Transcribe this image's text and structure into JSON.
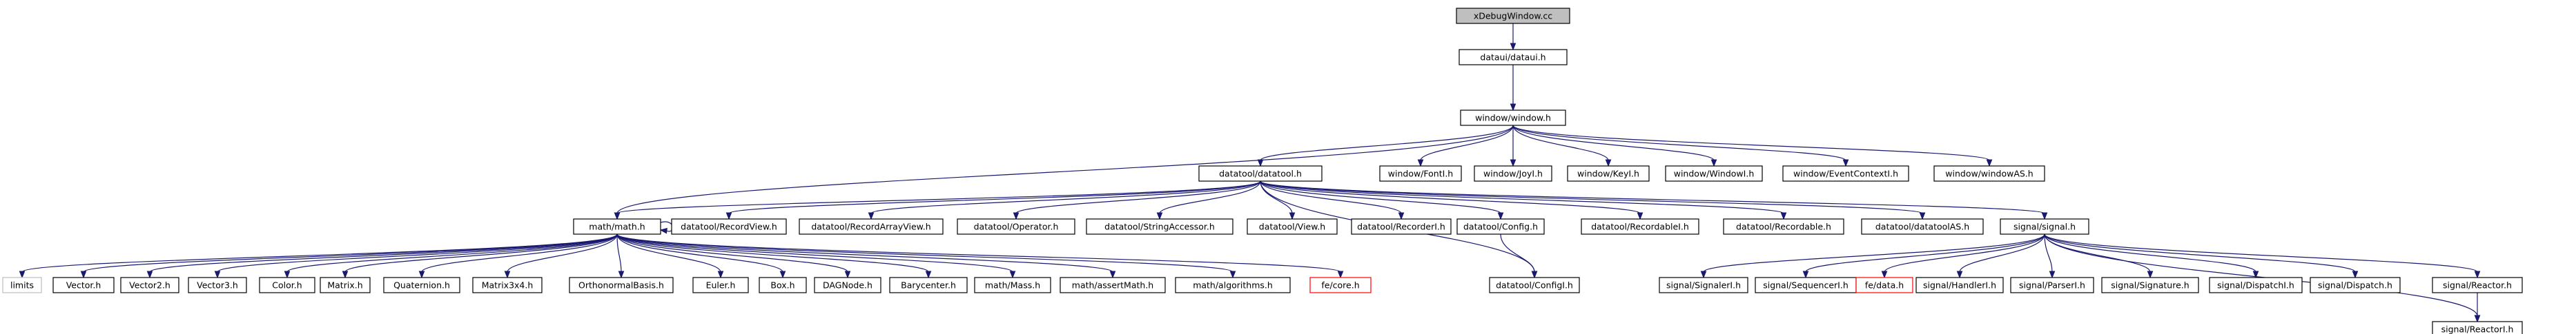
{
  "colors": {
    "edge": "#191970",
    "root_fill": "#bfbfbf",
    "border": "#000000",
    "missing_border": "#ff0000",
    "leaf_border": "#bfbfbf"
  },
  "nodes": {
    "root": "xDebugWindow.cc",
    "dataui": "dataui/dataui.h",
    "window": "window/window.h",
    "datatool": "datatool/datatool.h",
    "fontI": "window/FontI.h",
    "joyI": "window/JoyI.h",
    "keyI": "window/KeyI.h",
    "windowI": "window/WindowI.h",
    "eventContextI": "window/EventContextI.h",
    "windowAS": "window/windowAS.h",
    "math": "math/math.h",
    "recordView": "datatool/RecordView.h",
    "recordArrayView": "datatool/RecordArrayView.h",
    "operator": "datatool/Operator.h",
    "stringAccessor": "datatool/StringAccessor.h",
    "view": "datatool/View.h",
    "recorderI": "datatool/RecorderI.h",
    "config": "datatool/Config.h",
    "recordableI": "datatool/RecordableI.h",
    "recordable": "datatool/Recordable.h",
    "datatoolAS": "datatool/datatoolAS.h",
    "signal": "signal/signal.h",
    "configI": "datatool/ConfigI.h",
    "limits": "limits",
    "vector": "Vector.h",
    "vector2": "Vector2.h",
    "vector3": "Vector3.h",
    "color": "Color.h",
    "matrix": "Matrix.h",
    "quaternion": "Quaternion.h",
    "matrix3x4": "Matrix3x4.h",
    "orthonormalBasis": "OrthonormalBasis.h",
    "euler": "Euler.h",
    "box": "Box.h",
    "dagNode": "DAGNode.h",
    "barycenter": "Barycenter.h",
    "mass": "math/Mass.h",
    "assertMath": "math/assertMath.h",
    "algorithms": "math/algorithms.h",
    "feCore": "fe/core.h",
    "signalerI": "signal/SignalerI.h",
    "sequencerI": "signal/SequencerI.h",
    "feData": "fe/data.h",
    "handlerI": "signal/HandlerI.h",
    "parserI": "signal/ParserI.h",
    "signature": "signal/Signature.h",
    "dispatchI": "signal/DispatchI.h",
    "dispatch": "signal/Dispatch.h",
    "reactor": "signal/Reactor.h",
    "reactorI": "signal/ReactorI.h"
  }
}
